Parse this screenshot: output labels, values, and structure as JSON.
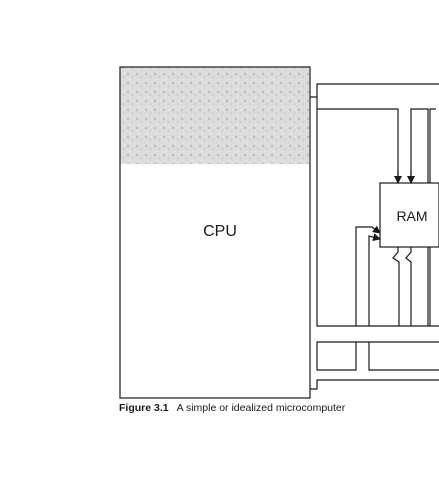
{
  "diagram": {
    "blocks": {
      "cpu": "CPU",
      "ram": "RAM"
    }
  },
  "caption": {
    "label": "Figure 3.1",
    "text": "A simple or idealized microcomputer"
  },
  "colors": {
    "line": "#1a1a1a",
    "shade": "#d2d2d2"
  }
}
